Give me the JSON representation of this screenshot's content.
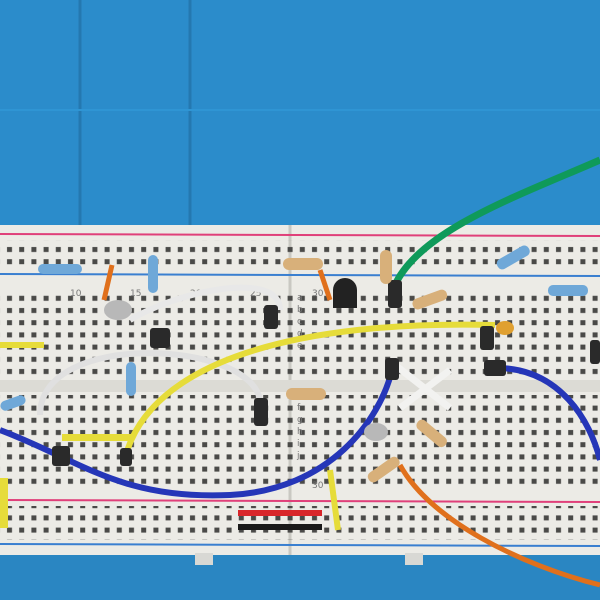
{
  "scene": {
    "description_labels": {
      "rows_upper": [
        "a",
        "b",
        "c",
        "d",
        "e"
      ],
      "rows_lower": [
        "f",
        "g",
        "h",
        "i",
        "j"
      ],
      "column_numbers": [
        "30",
        "25",
        "20",
        "15",
        "10"
      ]
    },
    "colors": {
      "background": "#2b8ccb",
      "breadboard": "#ecebe6",
      "positive_rail": "#e0407a",
      "negative_rail": "#3a7fd0",
      "wire_green": "#0f9a5a",
      "wire_yellow": "#e6dc3a",
      "wire_blue": "#2536b8",
      "wire_orange": "#e0701c",
      "wire_white": "#e8e8e8",
      "wire_red": "#d8262a",
      "wire_black": "#1a1a1a"
    }
  }
}
